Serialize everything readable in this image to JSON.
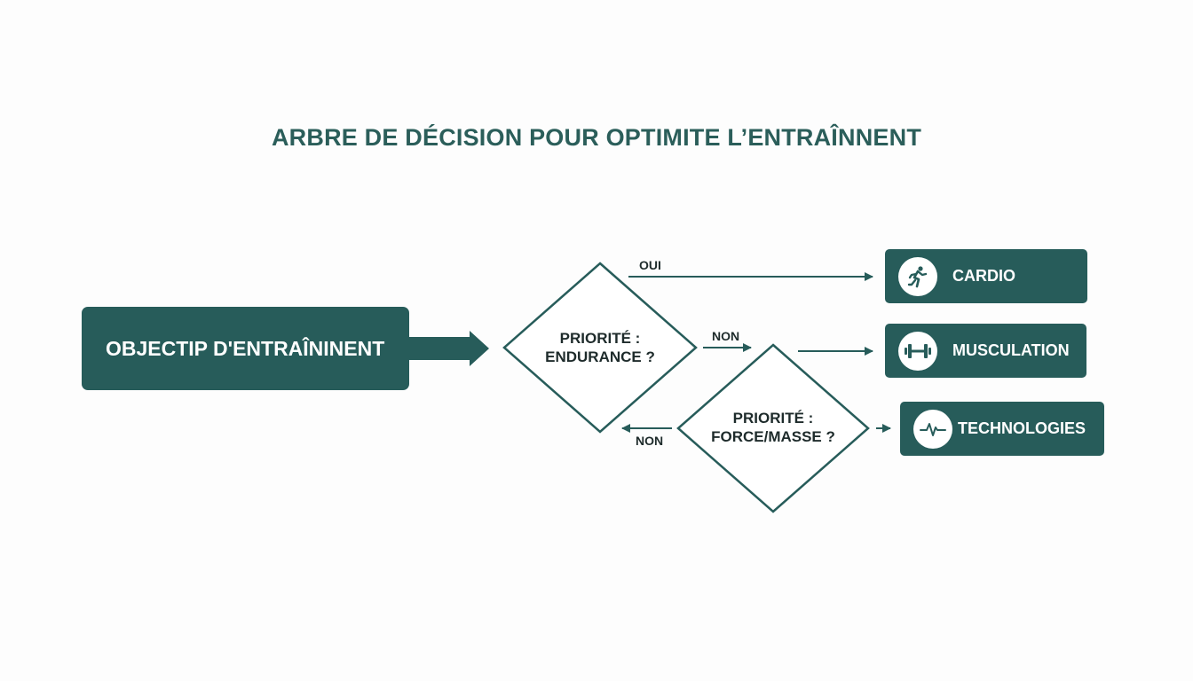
{
  "title": "ARBRE DE DÉCISION POUR OPTIMITE L’ENTRAÎNNENT",
  "start": {
    "label": "OBJECTIP D'ENTRAÎNINENT"
  },
  "decisions": [
    {
      "line1": "PRIORITÉ :",
      "line2": "ENDURANCE ?"
    },
    {
      "line1": "PRIORITÉ :",
      "line2": "FORCE/MASSE ?"
    }
  ],
  "edge_labels": {
    "oui": "OUI",
    "non_1": "NON",
    "non_2": "NON"
  },
  "outcomes": [
    {
      "label": "CARDIO",
      "icon": "running-person-icon"
    },
    {
      "label": "MUSCULATION",
      "icon": "dumbbell-icon"
    },
    {
      "label": "TECHNOLOGIES",
      "icon": "heartbeat-pulse-icon"
    }
  ],
  "colors": {
    "primary": "#275c5a",
    "title": "#2b5e5a",
    "text": "#1e2b2b",
    "background": "#fdfdfd"
  }
}
